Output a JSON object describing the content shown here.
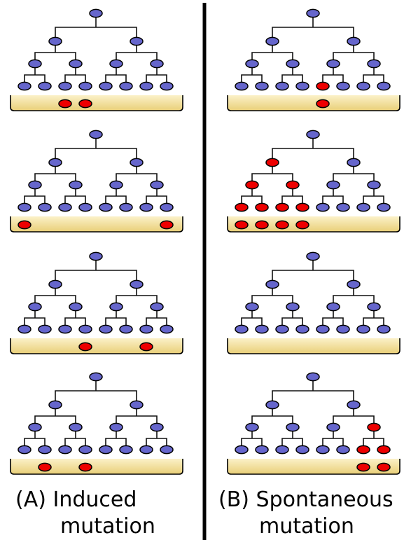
{
  "colors": {
    "normal_cell": "#6666cc",
    "mutant_cell": "#ee0000",
    "tray_fill": "#f2dc8c",
    "tray_edge": "#b09a48",
    "line": "#111111"
  },
  "panels": {
    "left": {
      "label": "(A)",
      "title_line1": "Induced",
      "title_line2": "mutation",
      "trees": [
        {
          "mutant_nodes": [],
          "tray_mutants": [
            3,
            4
          ]
        },
        {
          "mutant_nodes": [],
          "tray_mutants": [
            1,
            8
          ]
        },
        {
          "mutant_nodes": [],
          "tray_mutants": [
            4,
            7
          ]
        },
        {
          "mutant_nodes": [],
          "tray_mutants": [
            2,
            4
          ]
        }
      ]
    },
    "right": {
      "label": "(B)",
      "title_line1": "Spontaneous",
      "title_line2": "mutation",
      "trees": [
        {
          "mutant_nodes": [
            "3-4"
          ],
          "tray_mutants": [
            5
          ]
        },
        {
          "mutant_nodes": [
            "1-0",
            "2-0",
            "2-1",
            "3-0",
            "3-1",
            "3-2",
            "3-3"
          ],
          "tray_mutants": [
            1,
            2,
            3,
            4
          ]
        },
        {
          "mutant_nodes": [],
          "tray_mutants": []
        },
        {
          "mutant_nodes": [
            "2-3",
            "3-6",
            "3-7"
          ],
          "tray_mutants": [
            7,
            8
          ]
        }
      ]
    }
  }
}
